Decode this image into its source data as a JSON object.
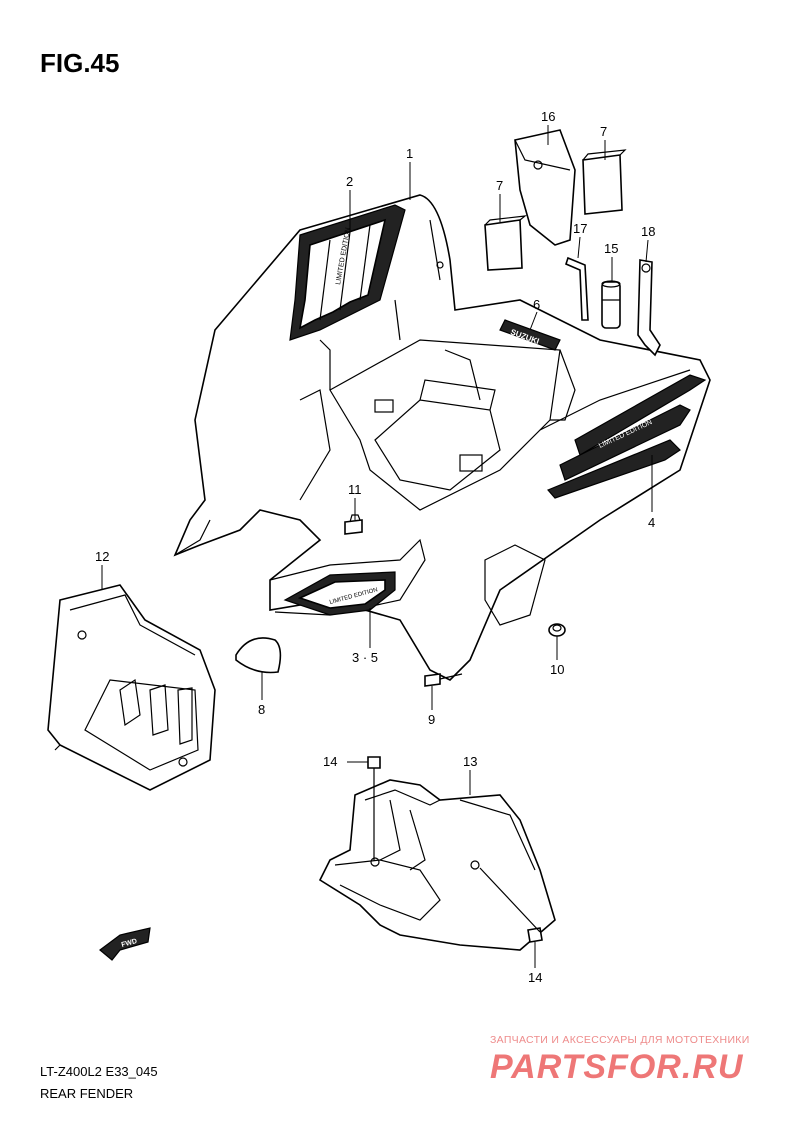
{
  "figure": {
    "title": "FIG.45"
  },
  "callouts": [
    {
      "id": "c1",
      "label": "1"
    },
    {
      "id": "c2",
      "label": "2"
    },
    {
      "id": "c3-5",
      "label": "3 · 5"
    },
    {
      "id": "c4",
      "label": "4"
    },
    {
      "id": "c6",
      "label": "6"
    },
    {
      "id": "c7a",
      "label": "7"
    },
    {
      "id": "c7b",
      "label": "7"
    },
    {
      "id": "c8",
      "label": "8"
    },
    {
      "id": "c9",
      "label": "9"
    },
    {
      "id": "c10",
      "label": "10"
    },
    {
      "id": "c11",
      "label": "11"
    },
    {
      "id": "c12",
      "label": "12"
    },
    {
      "id": "c13",
      "label": "13"
    },
    {
      "id": "c14a",
      "label": "14"
    },
    {
      "id": "c14b",
      "label": "14"
    },
    {
      "id": "c15",
      "label": "15"
    },
    {
      "id": "c16",
      "label": "16"
    },
    {
      "id": "c17",
      "label": "17"
    },
    {
      "id": "c18",
      "label": "18"
    }
  ],
  "decal_text": {
    "limited_edition": "LIMITED EDITION",
    "suzuki": "SUZUKI",
    "fwd": "FWD"
  },
  "footer": {
    "model_code": "LT-Z400L2  E33_045",
    "part_name": "REAR FENDER"
  },
  "watermark": {
    "tagline": "ЗАПЧАСТИ И АКСЕССУАРЫ ДЛЯ МОТОТЕХНИКИ",
    "logo": "PARTSFOR.RU",
    "color": "#ee7777"
  }
}
